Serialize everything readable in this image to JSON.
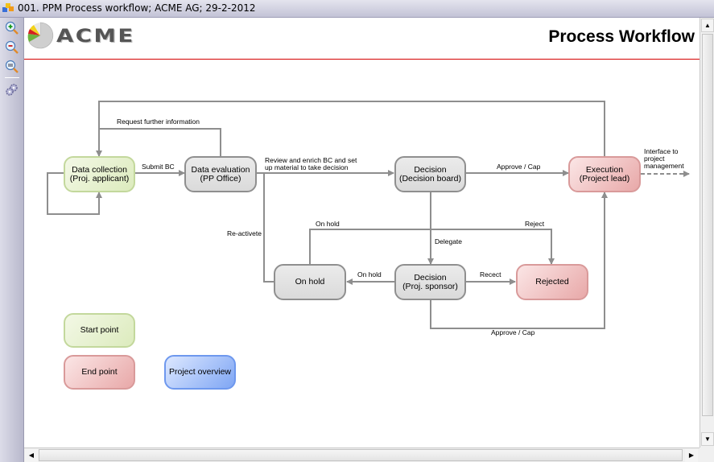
{
  "window": {
    "title": "001. PPM Process workflow; ACME AG; 29-2-2012",
    "app_icon": "process-windows-icon"
  },
  "toolbar": {
    "items": [
      {
        "name": "zoom-in",
        "icon": "zoom-in-icon"
      },
      {
        "name": "zoom-out",
        "icon": "zoom-out-icon"
      },
      {
        "name": "zoom-fit",
        "icon": "zoom-fit-icon"
      },
      {
        "name": "settings",
        "icon": "gear-icon"
      }
    ]
  },
  "header": {
    "logo_text": "ACME",
    "page_title": "Process Workflow",
    "rule_color": "#d40000"
  },
  "nodes": {
    "data_collection": "Data collection\n(Proj. applicant)",
    "data_evaluation": "Data evaluation\n(PP Office)",
    "decision_board": "Decision\n(Decision board)",
    "execution": "Execution\n(Project lead)",
    "on_hold": "On hold",
    "decision_sponsor": "Decision\n(Proj. sponsor)",
    "rejected": "Rejected"
  },
  "edge_labels": {
    "request_info": "Request further information",
    "submit_bc": "Submit BC",
    "review_enrich": "Review and enrich BC and set\nup material to take decision",
    "approve_cap_top": "Approve / Cap",
    "interface": "Interface to\nproject\nmanagement",
    "on_hold_top": "On hold",
    "reject": "Reject",
    "reactivate": "Re-activete",
    "delegate": "Delegate",
    "on_hold_left": "On hold",
    "recect": "Recect",
    "approve_cap_bottom": "Approve / Cap"
  },
  "legend": {
    "start": "Start point",
    "end": "End point",
    "overview": "Project overview"
  },
  "colors": {
    "start_fill": "#dcebbd",
    "end_fill": "#e8a8a8",
    "overview_fill": "#7fa6f4",
    "step_fill": "#e2e2e2",
    "connector": "#8e8e8e"
  },
  "scrollbars": {
    "up_glyph": "▲",
    "down_glyph": "▼",
    "left_glyph": "◀",
    "right_glyph": "▶"
  }
}
